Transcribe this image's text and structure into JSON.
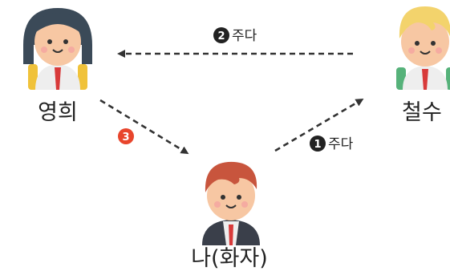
{
  "people": {
    "younghee": {
      "name": "영희"
    },
    "chulsoo": {
      "name": "철수"
    },
    "me": {
      "name": "나(화자)"
    }
  },
  "steps": {
    "step1": {
      "number": "1",
      "label": "주다",
      "badge_color": "#222222"
    },
    "step2": {
      "number": "2",
      "label": "주다",
      "badge_color": "#222222"
    },
    "step3": {
      "number": "3",
      "badge_color": "#e8452c"
    }
  },
  "colors": {
    "skin": "#f7c7a3",
    "younghee_hair": "#3b4a58",
    "chulsoo_hair": "#f3d36c",
    "me_hair": "#c8553d",
    "younghee_bag": "#f0c23a",
    "chulsoo_bag": "#56b27a",
    "shirt": "#eeeeee",
    "tie": "#d83a3a",
    "suit": "#3a3f4a"
  }
}
